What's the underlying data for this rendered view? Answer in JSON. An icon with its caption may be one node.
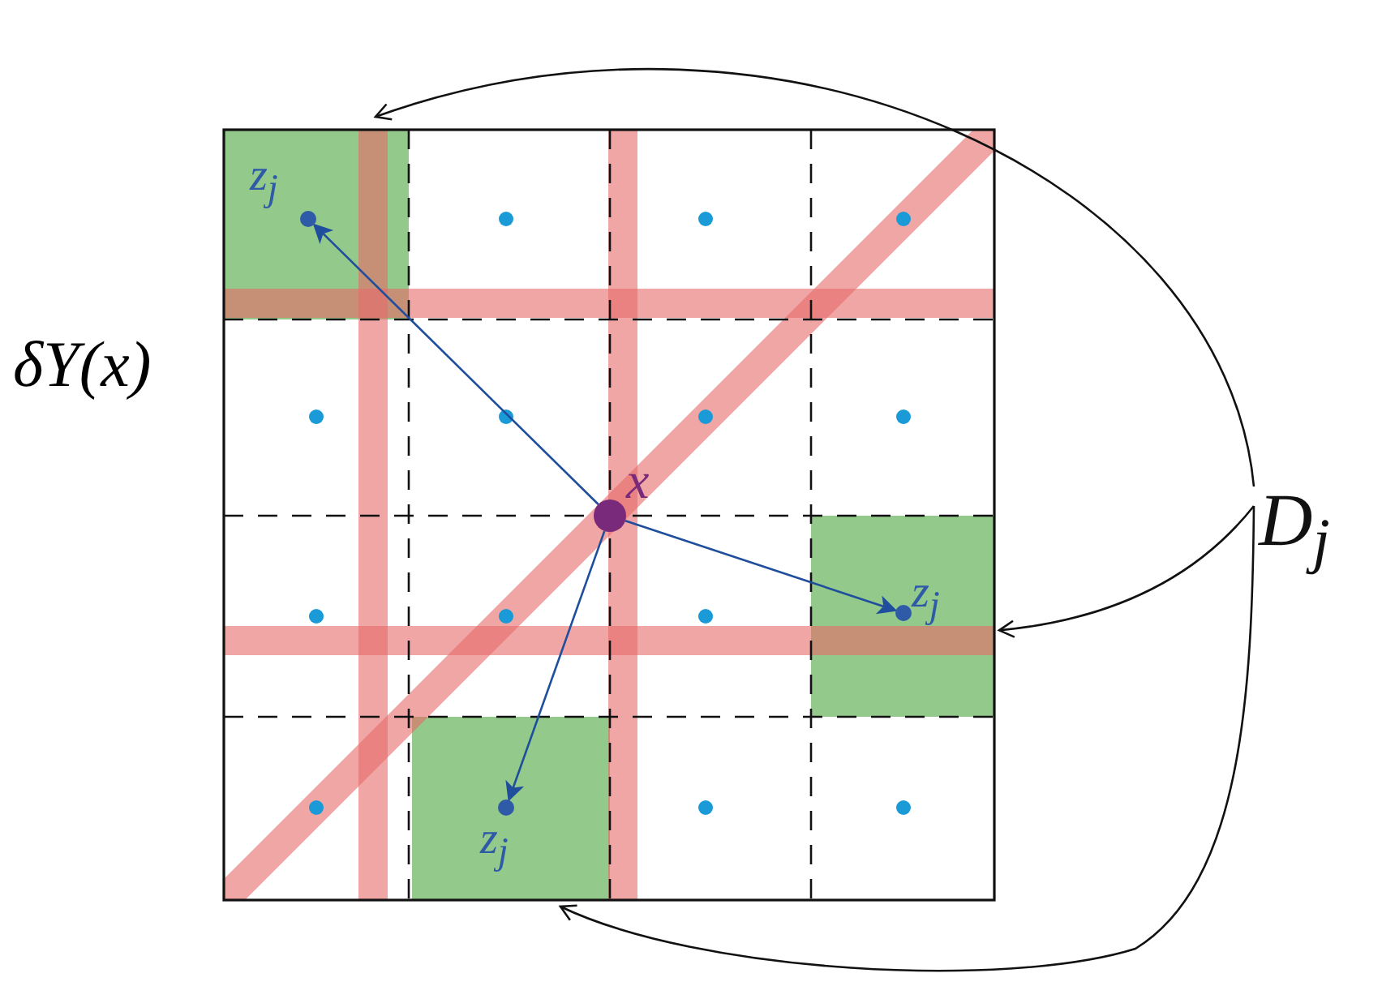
{
  "diagram": {
    "nodes": [
      {
        "text": [],
        "shape": "box"
      },
      {
        "text": [
          "z$_{j}$"
        ],
        "in": 0
      },
      {
        "text": [
          "x"
        ]
      },
      {
        "text": [],
        "shape": "box"
      },
      {
        "text": [
          "z$_{j}$"
        ],
        "in": 3
      },
      {
        "text": [],
        "shape": "box"
      },
      {
        "text": [
          "z$_{j}$"
        ],
        "in": 5
      },
      {
        "text": [
          "D$_{j}$"
        ]
      }
    ],
    "edges": [
      {
        "from": 2,
        "to": 1,
        "arrow": "to",
        "color": "#1f4e9c"
      },
      {
        "from": 2,
        "to": 4,
        "arrow": "to",
        "color": "#1f4e9c"
      },
      {
        "from": 2,
        "to": 6,
        "arrow": "to",
        "color": "#1f4e9c"
      },
      {
        "from": 7,
        "to": 0,
        "arrow": "to",
        "color": "#111111"
      },
      {
        "from": 7,
        "to": 3,
        "arrow": "to",
        "color": "#111111"
      },
      {
        "from": 7,
        "to": 5,
        "arrow": "to",
        "color": "#111111"
      }
    ],
    "labels": [
      "δY(x)"
    ]
  }
}
